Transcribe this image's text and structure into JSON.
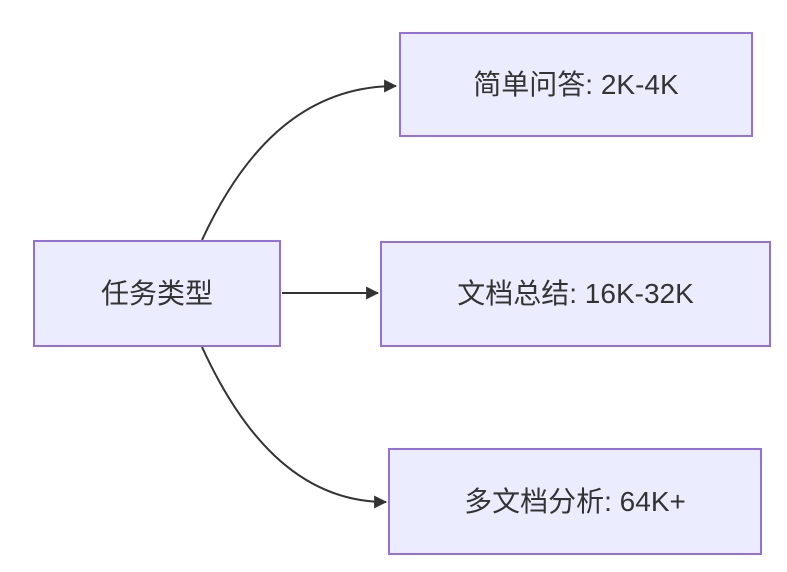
{
  "diagram": {
    "type": "flowchart",
    "direction": "left-to-right",
    "root": {
      "label": "任务类型"
    },
    "branches": [
      {
        "label": "简单问答: 2K-4K"
      },
      {
        "label": "文档总结: 16K-32K"
      },
      {
        "label": "多文档分析: 64K+"
      }
    ],
    "edges": [
      {
        "from": "任务类型",
        "to": "简单问答: 2K-4K"
      },
      {
        "from": "任务类型",
        "to": "文档总结: 16K-32K"
      },
      {
        "from": "任务类型",
        "to": "多文档分析: 64K+"
      }
    ],
    "colors": {
      "node_fill": "#ECECFF",
      "node_border": "#9370DB",
      "edge_stroke": "#333333",
      "label_text": "#333333",
      "background": "#FFFFFF"
    }
  }
}
